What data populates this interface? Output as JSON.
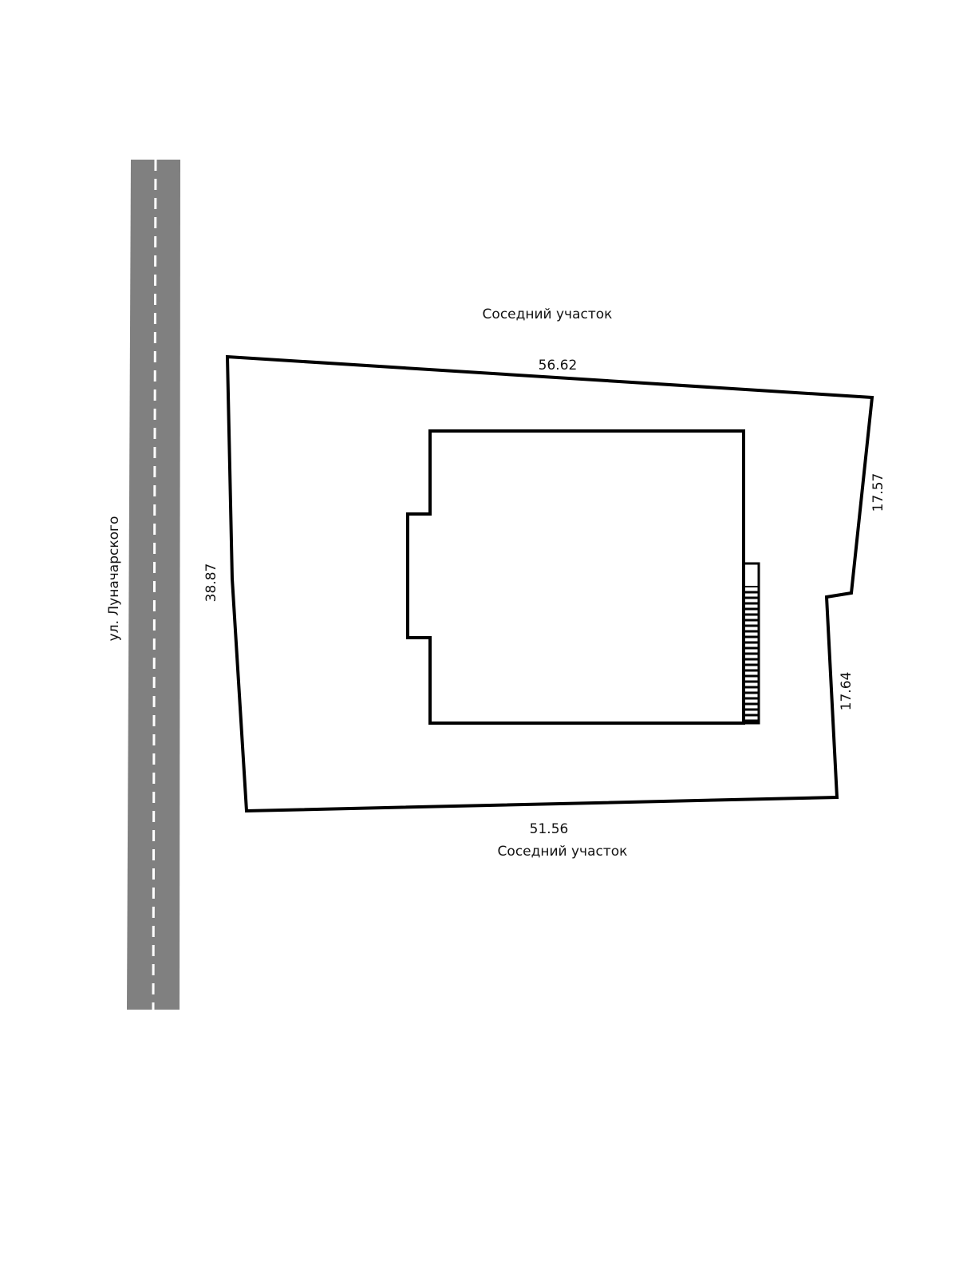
{
  "street": {
    "name": "ул. Луначарского"
  },
  "neighbors": {
    "north": "Соседний участок",
    "south": "Соседний участок"
  },
  "dimensions": {
    "north": "56.62",
    "west": "38.87",
    "south": "51.56",
    "east_upper": "17.57",
    "east_lower": "17.64"
  },
  "colors": {
    "road": "#808080",
    "road_marking": "#ffffff",
    "line": "#000000",
    "background": "#ffffff"
  }
}
